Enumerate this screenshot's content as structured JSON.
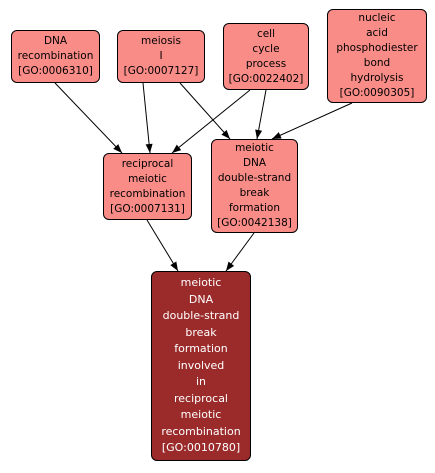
{
  "colors": {
    "node_fill": "#fa8c88",
    "focus_fill": "#9b2b2b",
    "focus_text": "#ffffff",
    "edge": "#000000"
  },
  "nodes": {
    "dna_recombination": {
      "lines": [
        "DNA",
        "recombination",
        "[GO:0006310]"
      ]
    },
    "meiosis_i": {
      "lines": [
        "meiosis",
        "I",
        "[GO:0007127]"
      ]
    },
    "cell_cycle_process": {
      "lines": [
        "cell",
        "cycle",
        "process",
        "[GO:0022402]"
      ]
    },
    "nucleic_acid_hydrolysis": {
      "lines": [
        "nucleic",
        "acid",
        "phosphodiester",
        "bond",
        "hydrolysis",
        "[GO:0090305]"
      ]
    },
    "reciprocal_meiotic_recombination": {
      "lines": [
        "reciprocal",
        "meiotic",
        "recombination",
        "[GO:0007131]"
      ]
    },
    "meiotic_dsb_formation": {
      "lines": [
        "meiotic",
        "DNA",
        "double-strand",
        "break",
        "formation",
        "[GO:0042138]"
      ]
    },
    "meiotic_dsb_formation_reciprocal": {
      "lines": [
        "meiotic",
        "DNA",
        "double-strand",
        "break",
        "formation",
        "involved",
        "in",
        "reciprocal",
        "meiotic",
        "recombination",
        "[GO:0010780]"
      ]
    }
  },
  "edges": [
    {
      "from": "dna_recombination",
      "to": "reciprocal_meiotic_recombination"
    },
    {
      "from": "meiosis_i",
      "to": "reciprocal_meiotic_recombination"
    },
    {
      "from": "meiosis_i",
      "to": "meiotic_dsb_formation"
    },
    {
      "from": "cell_cycle_process",
      "to": "reciprocal_meiotic_recombination"
    },
    {
      "from": "cell_cycle_process",
      "to": "meiotic_dsb_formation"
    },
    {
      "from": "nucleic_acid_hydrolysis",
      "to": "meiotic_dsb_formation"
    },
    {
      "from": "reciprocal_meiotic_recombination",
      "to": "meiotic_dsb_formation_reciprocal"
    },
    {
      "from": "meiotic_dsb_formation",
      "to": "meiotic_dsb_formation_reciprocal"
    }
  ]
}
